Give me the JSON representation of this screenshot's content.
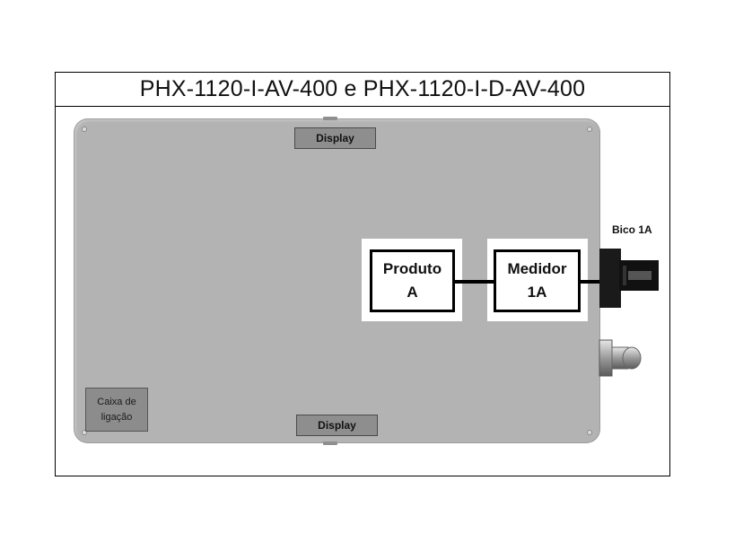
{
  "title": "PHX-1120-I-AV-400 e PHX-1120-I-D-AV-400",
  "display_top": "Display",
  "display_bottom": "Display",
  "caixa": {
    "line1": "Caixa de",
    "line2": "ligação"
  },
  "produto": {
    "line1": "Produto",
    "line2": "A"
  },
  "medidor": {
    "line1": "Medidor",
    "line2": "1A"
  },
  "bico_label": "Bico 1A"
}
